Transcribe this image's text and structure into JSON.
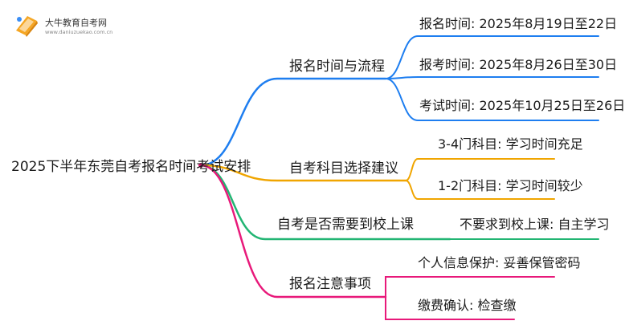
{
  "logo": {
    "site_name": "大牛教育自考网",
    "url": "www.daniuzuekao.com.cn"
  },
  "root": {
    "label": "2025下半年东莞自考报名时间考试安排"
  },
  "branches": [
    {
      "label": "报名时间与流程",
      "color": "#1e7ef0",
      "leaves": [
        "报名时间: 2025年8月19日至22日",
        "报考时间: 2025年8月26日至30日",
        "考试时间: 2025年10月25日至26日"
      ]
    },
    {
      "label": "自考科目选择建议",
      "color": "#f0a500",
      "leaves": [
        "3-4门科目: 学习时间充足",
        "1-2门科目: 学习时间较少"
      ]
    },
    {
      "label": "自考是否需要到校上课",
      "color": "#22b573",
      "leaves": [
        "不要求到校上课: 自主学习"
      ]
    },
    {
      "label": "报名注意事项",
      "color": "#e8197a",
      "leaves": [
        "个人信息保护: 妥善保管密码",
        "缴费确认: 检查缴"
      ]
    }
  ]
}
